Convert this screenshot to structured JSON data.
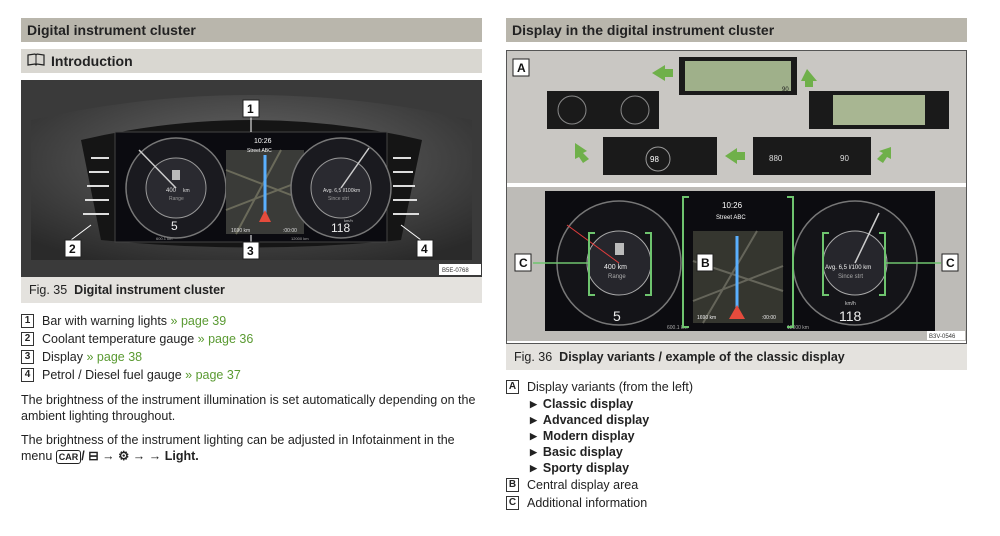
{
  "left": {
    "section_title": "Digital instrument cluster",
    "subsection_title": "Introduction",
    "figure": {
      "clock": "10:26",
      "street": "Street ABC",
      "left_gauge_value": "5",
      "left_gauge_dist": "400",
      "left_gauge_dist_unit": "km",
      "left_gauge_caption": "Range",
      "right_gauge_avg": "Avg. 6,5",
      "right_gauge_avg_unit": "l/100km",
      "right_gauge_caption": "Since strt",
      "speed": "118",
      "speed_unit": "km/h",
      "nav_distance": "1690 km",
      "nav_time": ":00:00",
      "odo_left": "600.1 km",
      "odo_right": "12000 km",
      "code": "B5E-0768",
      "callouts": [
        "1",
        "2",
        "3",
        "4"
      ]
    },
    "caption_prefix": "Fig. 35",
    "caption_title": "Digital instrument cluster",
    "legend": [
      {
        "num": "1",
        "text": "Bar with warning lights",
        "link": "» page 39"
      },
      {
        "num": "2",
        "text": "Coolant temperature gauge",
        "link": "» page 36"
      },
      {
        "num": "3",
        "text": "Display",
        "link": "» page 38"
      },
      {
        "num": "4",
        "text": "Petrol / Diesel fuel gauge",
        "link": "» page 37"
      }
    ],
    "para1": "The brightness of the instrument illumination is set automatically depending on the ambient lighting throughout.",
    "para2_prefix": "The brightness of the instrument lighting can be adjusted in Infotainment in the menu",
    "para2_car": "CAR",
    "para2_suffix": "/ ⊟ → ⚙ → → Light."
  },
  "right": {
    "section_title": "Display in the digital instrument cluster",
    "figure": {
      "label_a": "A",
      "label_b": "B",
      "label_c": "C",
      "thumb_values": [
        "880",
        "90",
        "98",
        "90"
      ],
      "clock": "10:26",
      "street": "Street ABC",
      "left_gauge_value": "5",
      "left_gauge_dist": "400 km",
      "left_gauge_caption": "Range",
      "right_gauge_avg": "Avg. 6,5 l/100 km",
      "right_gauge_caption": "Since strt",
      "speed": "118",
      "speed_unit": "km/h",
      "nav_distance": "1690 km",
      "nav_time": ":00:00",
      "odo_left": "600.1 km",
      "odo_right": "12000 km",
      "code": "B3V-0546"
    },
    "caption_prefix": "Fig. 36",
    "caption_title": "Display variants / example of the classic display",
    "legend_a": {
      "num": "A",
      "text": "Display variants (from the left)"
    },
    "variants": [
      "Classic display",
      "Advanced display",
      "Modern display",
      "Basic display",
      "Sporty display"
    ],
    "legend_b": {
      "num": "B",
      "text": "Central display area"
    },
    "legend_c": {
      "num": "C",
      "text": "Additional information"
    }
  },
  "colors": {
    "header_bg": "#b9b6ac",
    "subheader_bg": "#d9d7d1",
    "caption_bg": "#e4e2de",
    "link": "#5a9a32",
    "arrow": "#6fb04a",
    "bracket": "#6ec46e"
  }
}
